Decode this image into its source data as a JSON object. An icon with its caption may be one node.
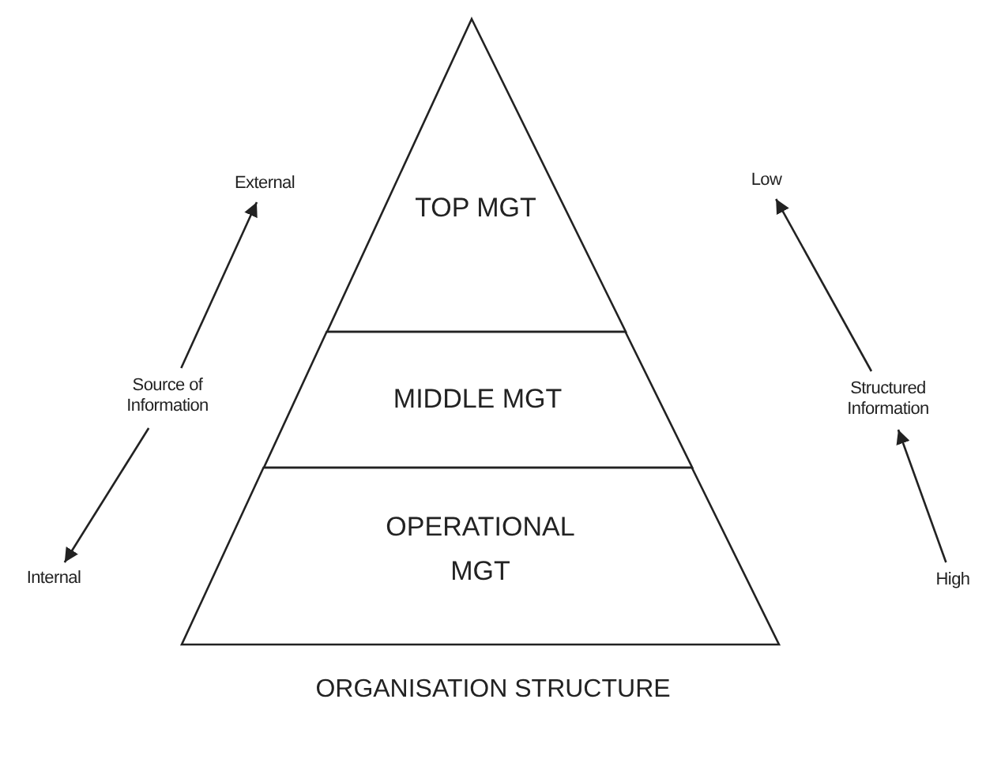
{
  "diagram": {
    "caption": "ORGANISATION STRUCTURE",
    "nodes": [
      {
        "text": [
          "TOP MGT"
        ]
      },
      {
        "text": [
          "MIDDLE MGT"
        ]
      },
      {
        "text": [
          "OPERATIONAL MGT"
        ]
      },
      {
        "text": [
          "External"
        ]
      },
      {
        "text": [
          "Source of Information"
        ]
      },
      {
        "text": [
          "Internal"
        ]
      },
      {
        "text": [
          "Low"
        ]
      },
      {
        "text": [
          "Structured Information"
        ]
      },
      {
        "text": [
          "High"
        ]
      }
    ],
    "edges": [
      {
        "from": 4,
        "to": 3,
        "arrow": "to"
      },
      {
        "from": 4,
        "to": 5,
        "arrow": "to"
      },
      {
        "from": 7,
        "to": 6,
        "arrow": "to"
      },
      {
        "from": 8,
        "to": 7,
        "arrow": "to"
      }
    ]
  }
}
